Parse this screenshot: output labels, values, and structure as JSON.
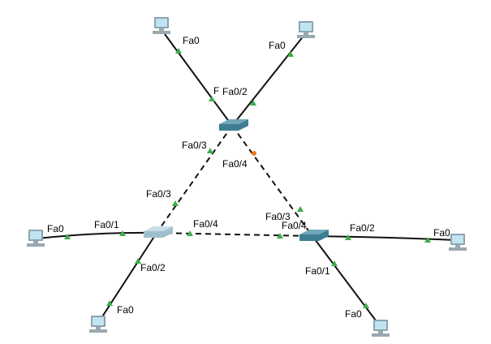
{
  "colors": {
    "background": "#ffffff",
    "link": "#111111",
    "port_up": "#3fae49",
    "port_blocking": "#f07a1a",
    "switch_top": "#6fa6b8",
    "switch_side": "#3f7d93",
    "switch_light_top": "#c9dde6",
    "switch_light_side": "#9fbfcd",
    "pc_screen": "#bfe4f2",
    "pc_frame": "#8ea3ad",
    "pc_base": "#9aa9b0"
  },
  "devices": {
    "switches": [
      {
        "id": "sw-top",
        "icon": "switch-icon"
      },
      {
        "id": "sw-left",
        "icon": "switch-icon"
      },
      {
        "id": "sw-right",
        "icon": "switch-icon"
      }
    ],
    "pcs": [
      {
        "id": "pc-top-left",
        "icon": "pc-icon"
      },
      {
        "id": "pc-top-right",
        "icon": "pc-icon"
      },
      {
        "id": "pc-left",
        "icon": "pc-icon"
      },
      {
        "id": "pc-bottom-left",
        "icon": "pc-icon"
      },
      {
        "id": "pc-right",
        "icon": "pc-icon"
      },
      {
        "id": "pc-bottom-right",
        "icon": "pc-icon"
      }
    ]
  },
  "links": [
    {
      "id": "pc-top-left--sw-top",
      "style": "solid",
      "end_states": [
        "up",
        "up"
      ]
    },
    {
      "id": "pc-top-right--sw-top",
      "style": "solid",
      "end_states": [
        "up",
        "up"
      ]
    },
    {
      "id": "sw-top--sw-left",
      "style": "dashed",
      "end_states": [
        "up",
        "up"
      ]
    },
    {
      "id": "sw-top--sw-right",
      "style": "dashed",
      "end_states": [
        "blocking",
        "up"
      ]
    },
    {
      "id": "sw-left--sw-right",
      "style": "dashed",
      "end_states": [
        "up",
        "up"
      ]
    },
    {
      "id": "pc-left--sw-left",
      "style": "solid",
      "end_states": [
        "up",
        "up"
      ]
    },
    {
      "id": "sw-left--pc-bottom-left",
      "style": "solid",
      "end_states": [
        "up",
        "up"
      ]
    },
    {
      "id": "sw-right--pc-right",
      "style": "solid",
      "end_states": [
        "up",
        "up"
      ]
    },
    {
      "id": "sw-right--pc-bottom-right",
      "style": "solid",
      "end_states": [
        "up",
        "up"
      ]
    }
  ],
  "port_labels": {
    "pc_top_left_fa0": "Fa0",
    "pc_top_right_fa0": "Fa0",
    "sw_top_fa0_1_partial": "F",
    "sw_top_fa0_2": "Fa0/2",
    "sw_top_fa0_3": "Fa0/3",
    "sw_top_fa0_4": "Fa0/4",
    "sw_left_fa0_3": "Fa0/3",
    "sw_left_fa0_1": "Fa0/1",
    "sw_left_fa0_4": "Fa0/4",
    "sw_left_fa0_2": "Fa0/2",
    "pc_left_fa0": "Fa0",
    "pc_bottom_left_fa0": "Fa0",
    "sw_right_fa0_3_partial": "Fa0/3",
    "sw_right_fa0_4": "Fa0/4",
    "sw_right_fa0_2": "Fa0/2",
    "sw_right_fa0_1": "Fa0/1",
    "pc_right_fa0": "Fa0",
    "pc_bottom_right_fa0": "Fa0"
  }
}
